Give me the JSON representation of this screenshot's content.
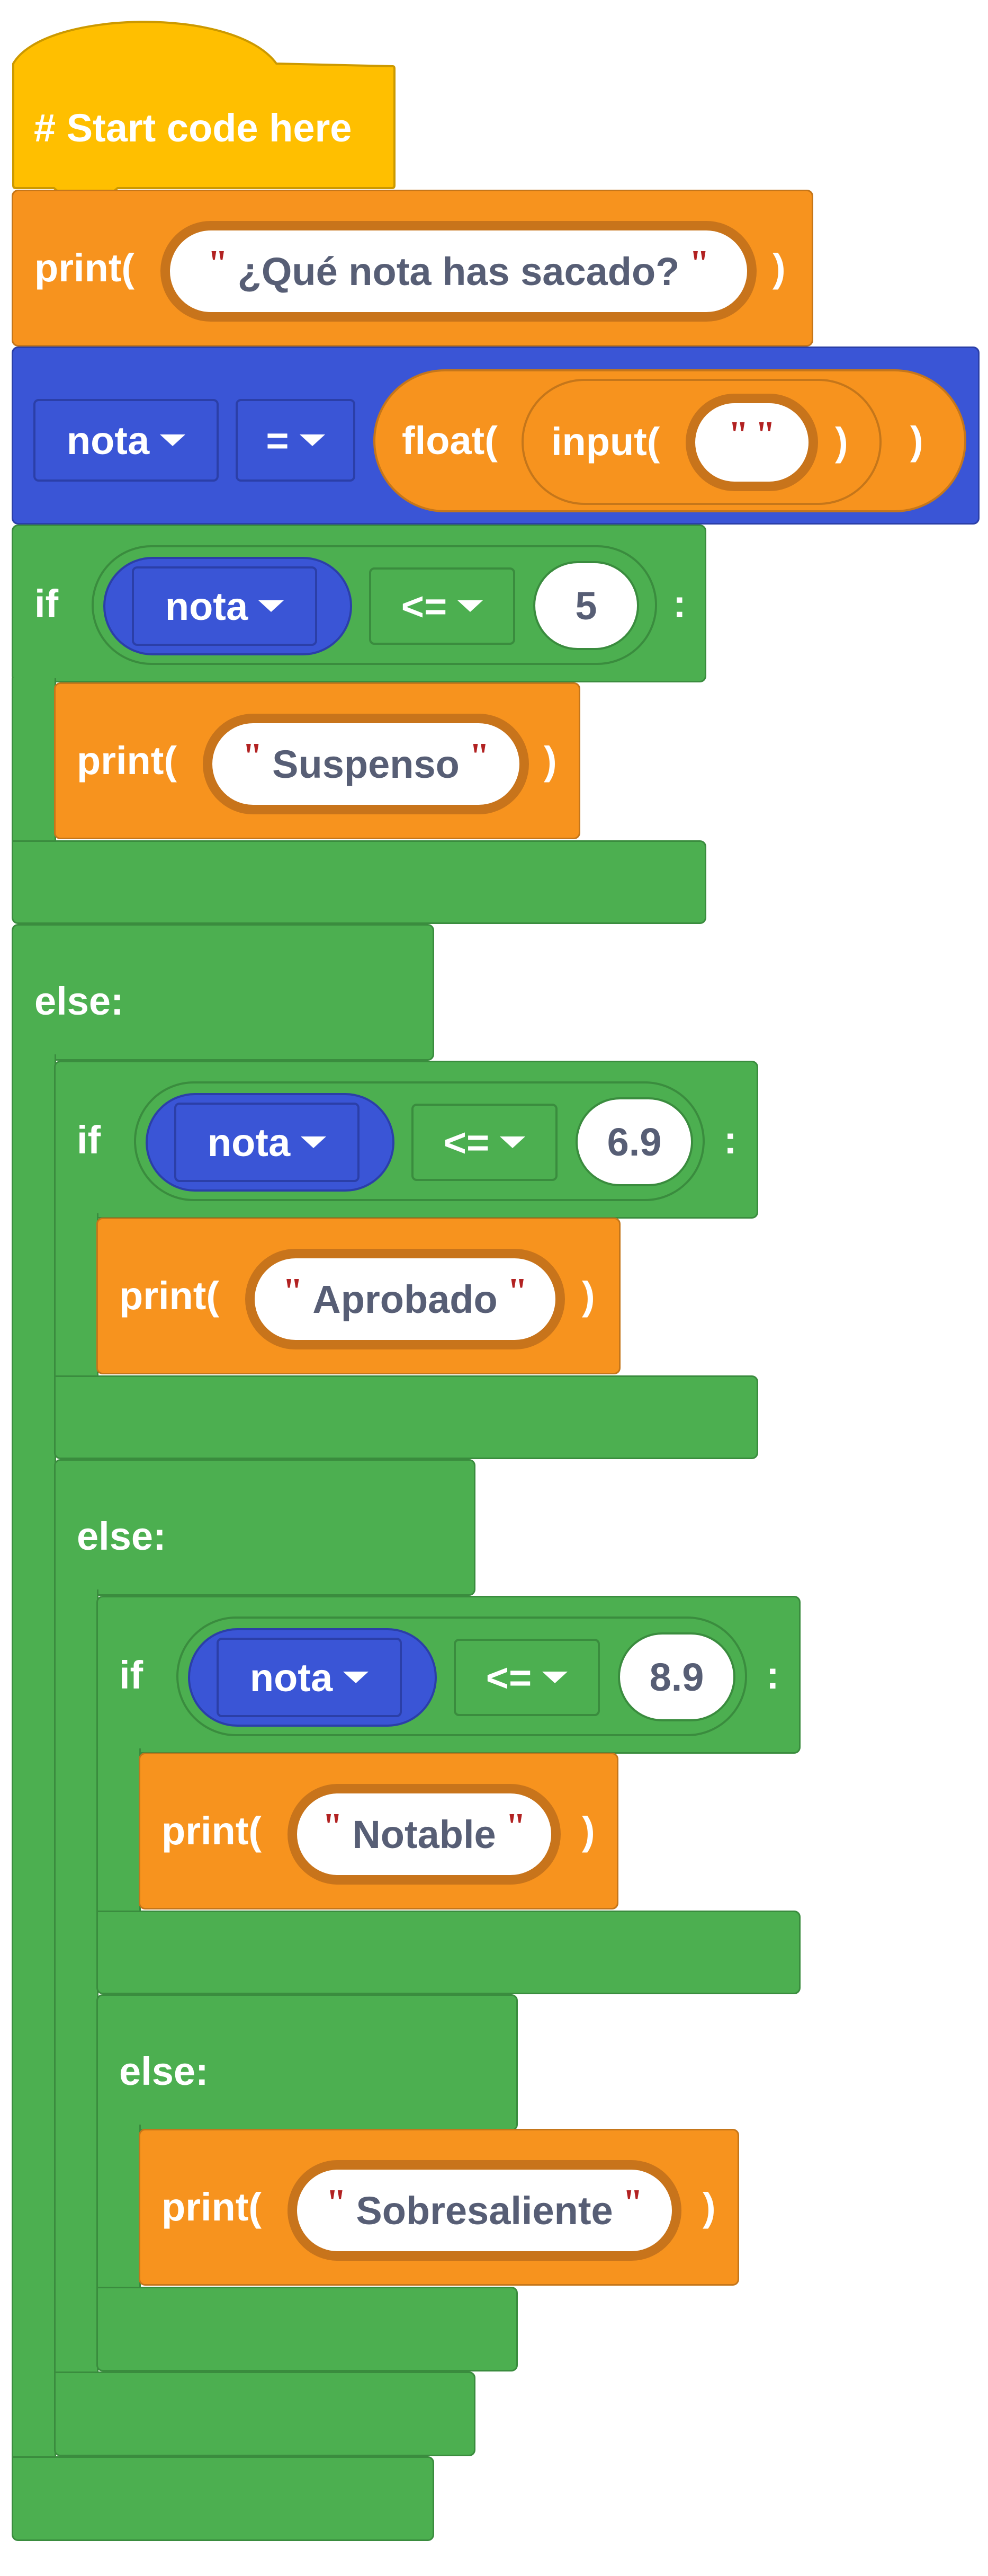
{
  "colors": {
    "event": "#FFBF00",
    "print": "#F7931E",
    "variable": "#3A55D6",
    "control": "#4CAF50",
    "string_quote": "#B22222"
  },
  "event_block": {
    "label": "# Start code here"
  },
  "print_question": {
    "func": "print(",
    "text": "¿Qué nota has sacado?",
    "close": ")"
  },
  "assign": {
    "var": "nota",
    "op": "=",
    "float": "float(",
    "input": "input(",
    "arg": "",
    "close_input": ")",
    "close_float": ")"
  },
  "if1": {
    "kw": "if",
    "var": "nota",
    "op": "<=",
    "value": "5",
    "colon": ":"
  },
  "print_suspenso": {
    "func": "print(",
    "text": "Suspenso",
    "close": ")"
  },
  "else1": {
    "kw": "else:"
  },
  "if2": {
    "kw": "if",
    "var": "nota",
    "op": "<=",
    "value": "6.9",
    "colon": ":"
  },
  "print_aprobado": {
    "func": "print(",
    "text": "Aprobado",
    "close": ")"
  },
  "else2": {
    "kw": "else:"
  },
  "if3": {
    "kw": "if",
    "var": "nota",
    "op": "<=",
    "value": "8.9",
    "colon": ":"
  },
  "print_notable": {
    "func": "print(",
    "text": "Notable",
    "close": ")"
  },
  "else3": {
    "kw": "else:"
  },
  "print_sobresaliente": {
    "func": "print(",
    "text": "Sobresaliente",
    "close": ")"
  },
  "quote_mark": "\""
}
